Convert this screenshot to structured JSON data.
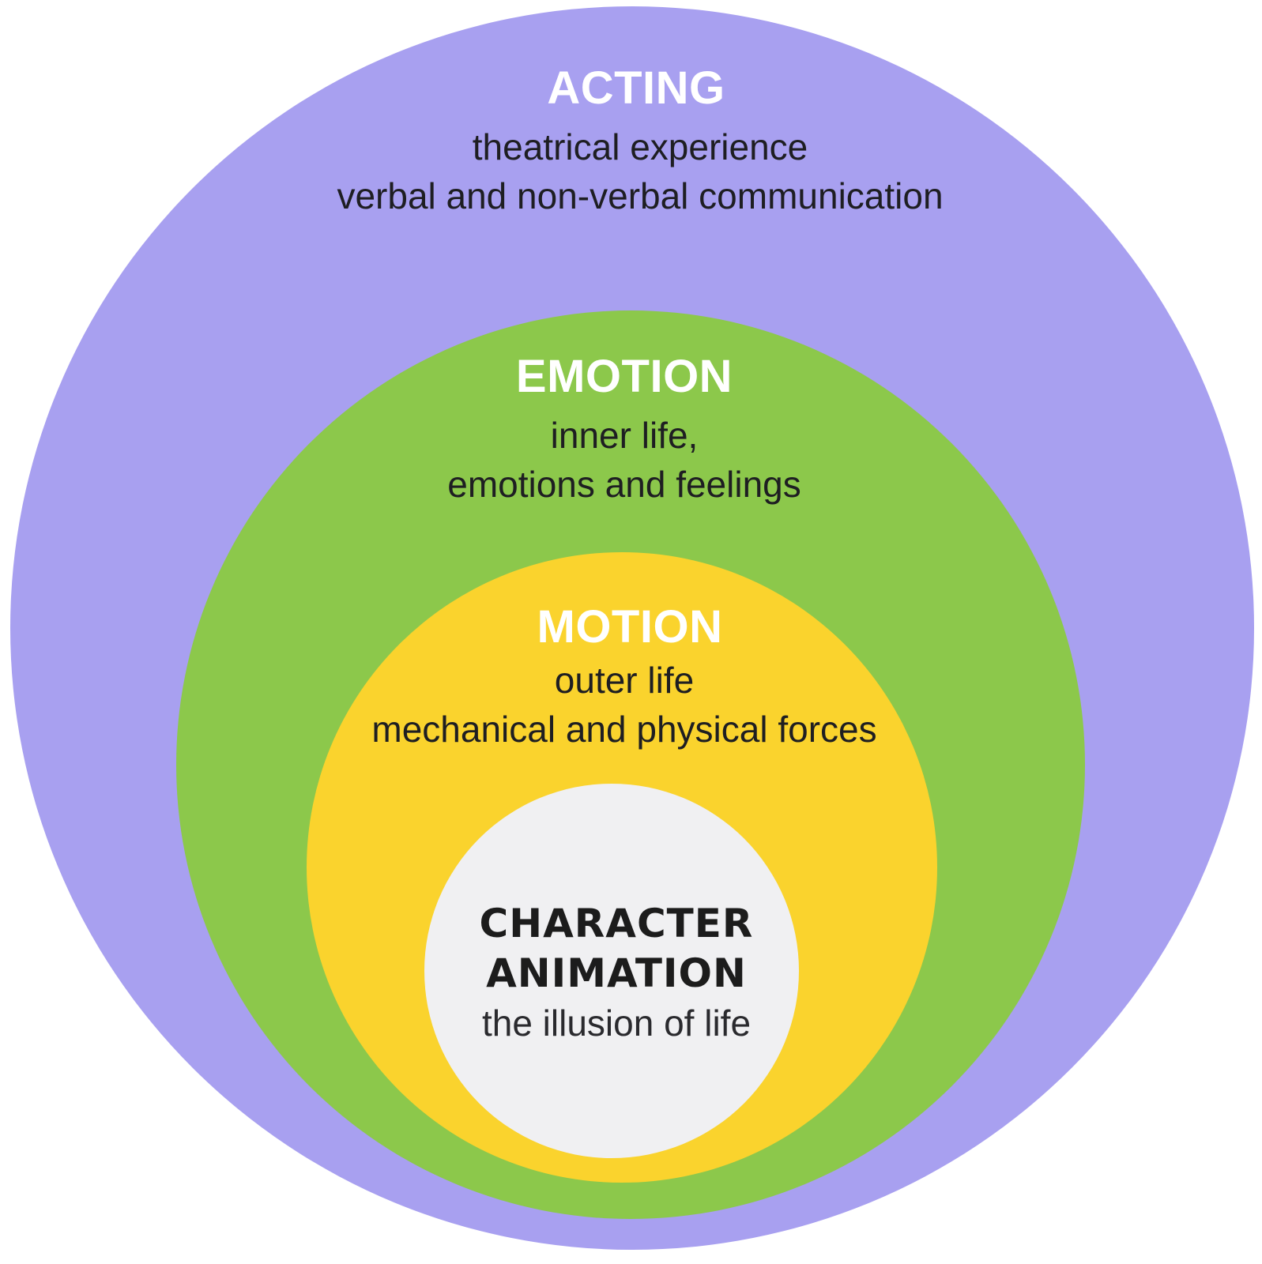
{
  "diagram": {
    "background_color": "#ffffff",
    "type": "nested-circles",
    "rings": [
      {
        "id": "acting",
        "title": "ACTING",
        "subtitle_lines": [
          "theatrical experience",
          "verbal and non-verbal communication"
        ],
        "fill_color": "#a8a0f0",
        "title_color": "#ffffff",
        "subtitle_color": "#1e1e22"
      },
      {
        "id": "emotion",
        "title": "EMOTION",
        "subtitle_lines": [
          "inner life,",
          "emotions and feelings"
        ],
        "fill_color": "#8cc84b",
        "title_color": "#ffffff",
        "subtitle_color": "#1e1e22"
      },
      {
        "id": "motion",
        "title": "MOTION",
        "subtitle_lines": [
          "outer life",
          "mechanical and physical forces"
        ],
        "fill_color": "#fad32d",
        "title_color": "#ffffff",
        "subtitle_color": "#1e1e22"
      },
      {
        "id": "character-animation",
        "title": "CHARACTER ANIMATION",
        "title_lines": [
          "CHARACTER",
          "ANIMATION"
        ],
        "subtitle_lines": [
          "the illusion of life"
        ],
        "fill_color": "#f0f0f2",
        "title_color": "#1c1c1c",
        "subtitle_color": "#2a2a2e"
      }
    ]
  }
}
